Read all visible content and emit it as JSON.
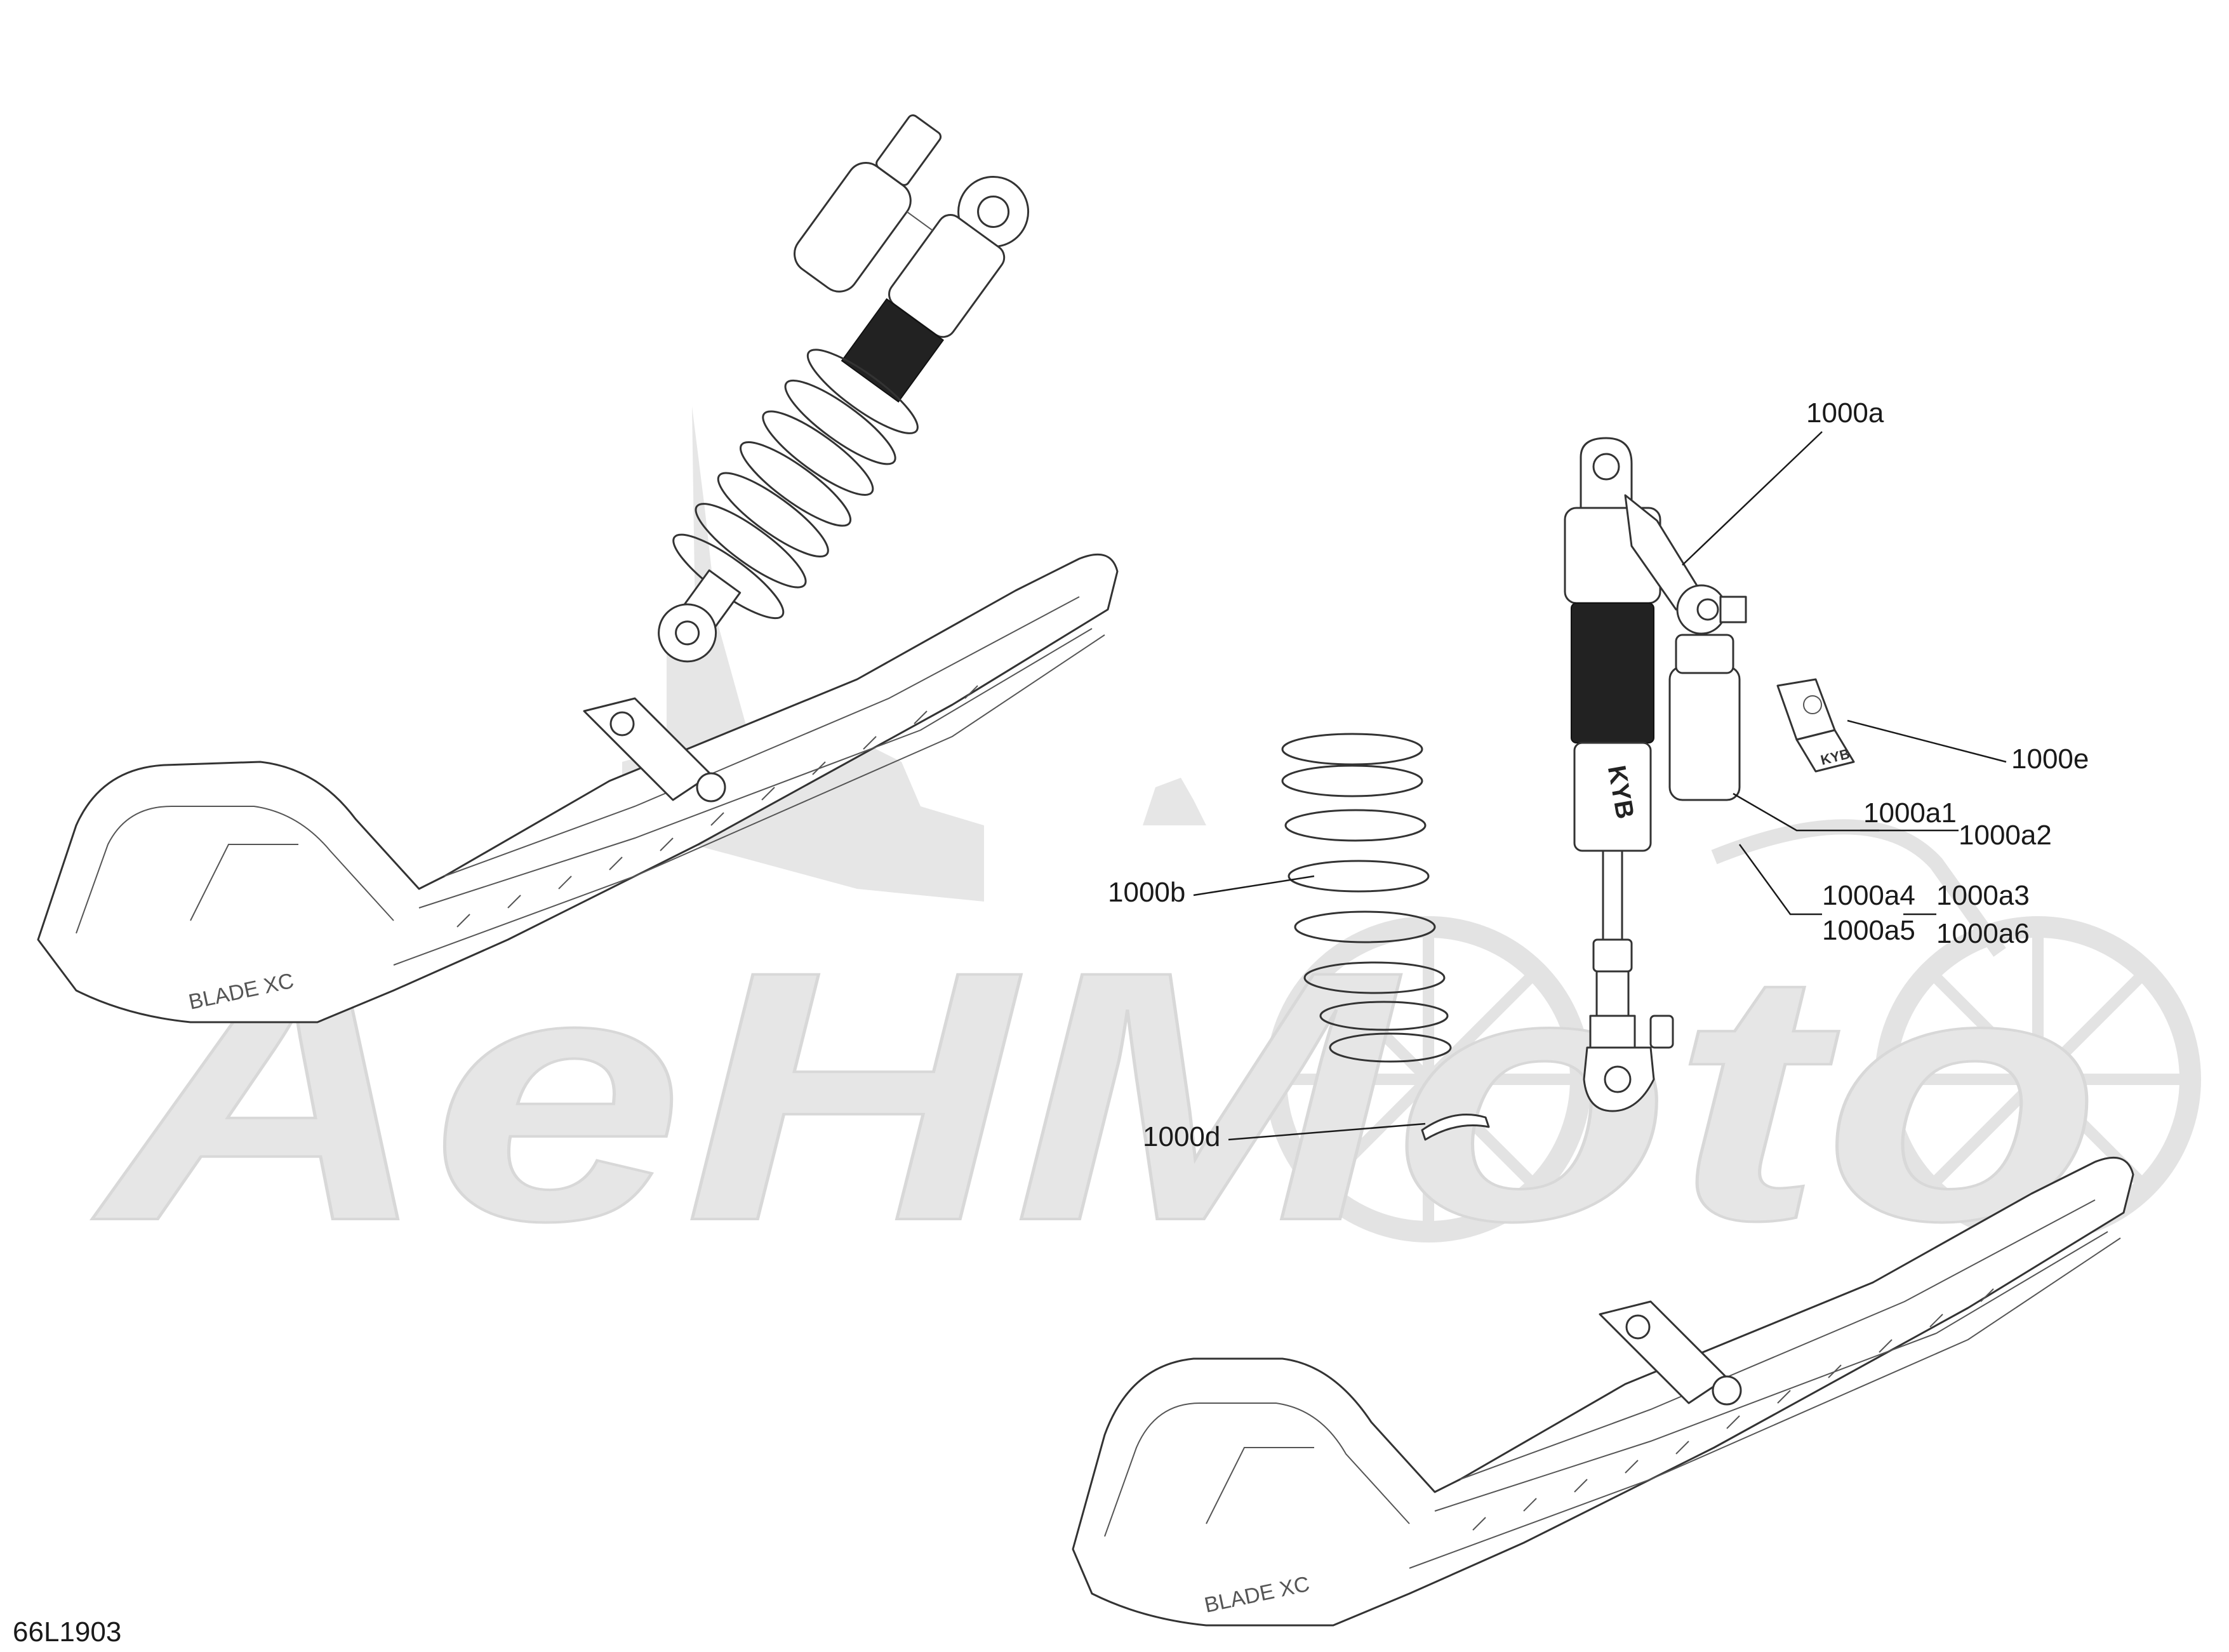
{
  "diagram": {
    "drawing_number": "66L1903",
    "watermark_text": "AeHMoto",
    "shock_label": "KYB",
    "callouts": [
      {
        "id": "1000a",
        "label": "1000a"
      },
      {
        "id": "1000e",
        "label": "1000e"
      },
      {
        "id": "1000a1",
        "label": "1000a1"
      },
      {
        "id": "1000a2",
        "label": "1000a2"
      },
      {
        "id": "1000a3",
        "label": "1000a3"
      },
      {
        "id": "1000a4",
        "label": "1000a4"
      },
      {
        "id": "1000a5",
        "label": "1000a5"
      },
      {
        "id": "1000a6",
        "label": "1000a6"
      },
      {
        "id": "1000b",
        "label": "1000b"
      },
      {
        "id": "1000d",
        "label": "1000d"
      }
    ]
  }
}
